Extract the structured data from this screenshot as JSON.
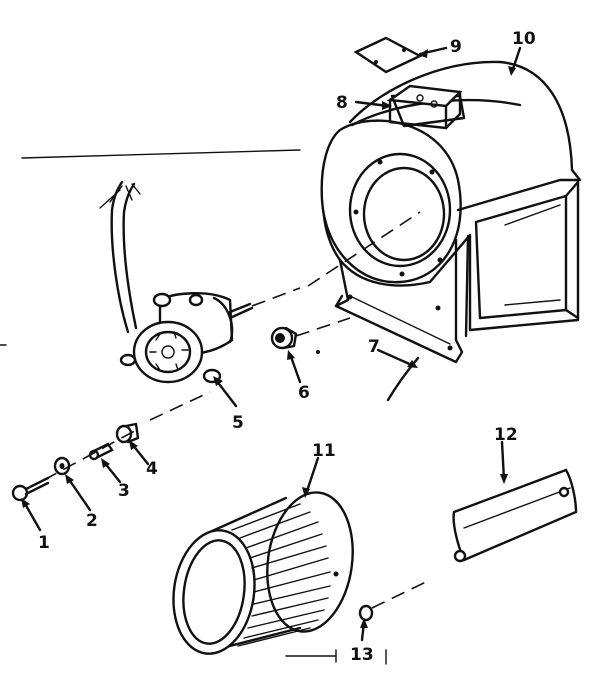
{
  "callouts": {
    "c1": "1",
    "c2": "2",
    "c3": "3",
    "c4": "4",
    "c5": "5",
    "c6": "6",
    "c7": "7",
    "c8": "8",
    "c9": "9",
    "c10": "10",
    "c11": "11",
    "c12": "12",
    "c13": "13"
  },
  "parts": [
    {
      "callout": "1",
      "icon": "screw-icon"
    },
    {
      "callout": "2",
      "icon": "washer-icon"
    },
    {
      "callout": "3",
      "icon": "spacer-icon"
    },
    {
      "callout": "4",
      "icon": "bushing-icon"
    },
    {
      "callout": "5",
      "icon": "motor-icon"
    },
    {
      "callout": "6",
      "icon": "hub-icon"
    },
    {
      "callout": "7",
      "icon": "mounting-bracket-icon"
    },
    {
      "callout": "8",
      "icon": "junction-box-icon"
    },
    {
      "callout": "9",
      "icon": "cover-plate-icon"
    },
    {
      "callout": "10",
      "icon": "blower-housing-icon"
    },
    {
      "callout": "11",
      "icon": "blower-wheel-icon"
    },
    {
      "callout": "12",
      "icon": "cutoff-plate-icon"
    },
    {
      "callout": "13",
      "icon": "setscrew-icon"
    }
  ]
}
